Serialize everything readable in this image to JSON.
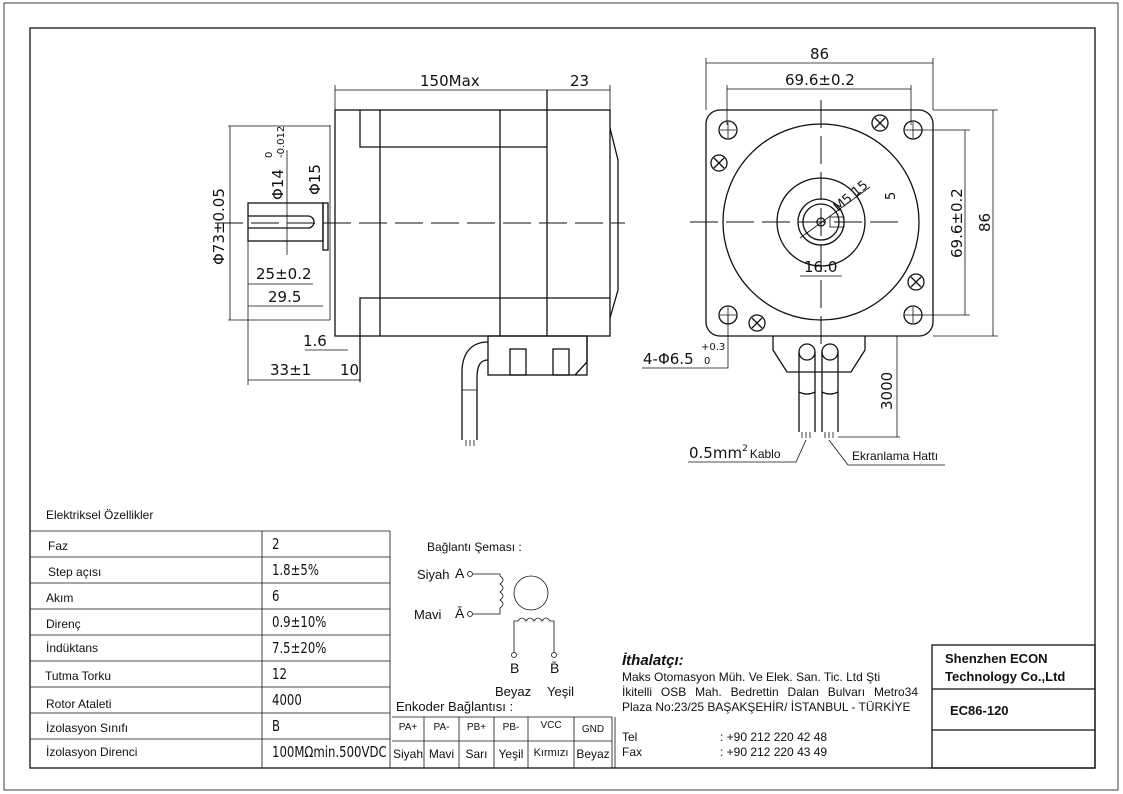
{
  "side_view": {
    "dims": {
      "length": "150Max",
      "rear": "23",
      "flange_dia": "Φ73±0.05",
      "shaft_dia": "Φ14",
      "shaft_tol_upper": "0",
      "shaft_tol_lower": "-0.012",
      "boss_dia": "Φ15",
      "key_len": "25±0.2",
      "shaft_len2": "29.5",
      "flange_thk": "1.6",
      "shaft_len": "33±1",
      "pilot": "10"
    }
  },
  "front_view": {
    "dims": {
      "width": "86",
      "hole_pitch": "69.6±0.2",
      "height": "86",
      "hole_pitch_v": "69.6±0.2",
      "thread": "M5",
      "thread_depth": "15",
      "key": "5",
      "shaft_flat": "16.0",
      "holes": "4-Φ6.5",
      "holes_tol_upper": "+0.3",
      "holes_tol_lower": "0",
      "cable_len": "3000",
      "cable": "0.5mm",
      "cable_sup": "2",
      "cable_suffix": "Kablo",
      "shield": "Ekranlama Hattı"
    }
  },
  "specs": {
    "title": "Elektriksel Özellikler",
    "rows": [
      {
        "label": "Faz",
        "value": "2"
      },
      {
        "label": "Step açısı",
        "value": "1.8±5%"
      },
      {
        "label": "Akım",
        "value": "6"
      },
      {
        "label": "Direnç",
        "value": "0.9±10%"
      },
      {
        "label": "İndüktans",
        "value": "7.5±20%"
      },
      {
        "label": "Tutma Torku",
        "value": "12"
      },
      {
        "label": "Rotor Ataleti",
        "value": "4000"
      },
      {
        "label": "İzolasyon Sınıfı",
        "value": "B"
      },
      {
        "label": "İzolasyon Direnci",
        "value": "100MΩmin.500VDC"
      }
    ]
  },
  "wiring": {
    "title": "Bağlantı Şeması :",
    "a_color": "Siyah",
    "a_label": "A",
    "abar_color": "Mavi",
    "abar_label": "Ā",
    "b_label": "B",
    "bbar_label": "B̄",
    "b_color": "Beyaz",
    "bbar_color": "Yeşil"
  },
  "encoder": {
    "title": "Enkoder Bağlantısı :",
    "signals": [
      "PA+",
      "PA-",
      "PB+",
      "PB-",
      "VCC",
      "GND"
    ],
    "colors": [
      "Siyah",
      "Mavi",
      "Sarı",
      "Yeşil",
      "Kırmızı",
      "Beyaz"
    ]
  },
  "importer": {
    "heading": "İthalatçı:",
    "lines": [
      "Maks Otomasyon Müh. Ve Elek. San. Tic. Ltd Şti",
      "İkitelli OSB Mah. Bedrettin Dalan Bulvarı Metro34",
      "Plaza No:23/25 BAŞAKŞEHİR/ İSTANBUL - TÜRKİYE"
    ],
    "tel_label": "Tel",
    "tel": ": +90 212 220 42 48",
    "fax_label": "Fax",
    "fax": ": +90 212 220 43 49"
  },
  "title_block": {
    "company": "Shenzhen ECON Technology Co.,Ltd",
    "model": "EC86-120"
  }
}
